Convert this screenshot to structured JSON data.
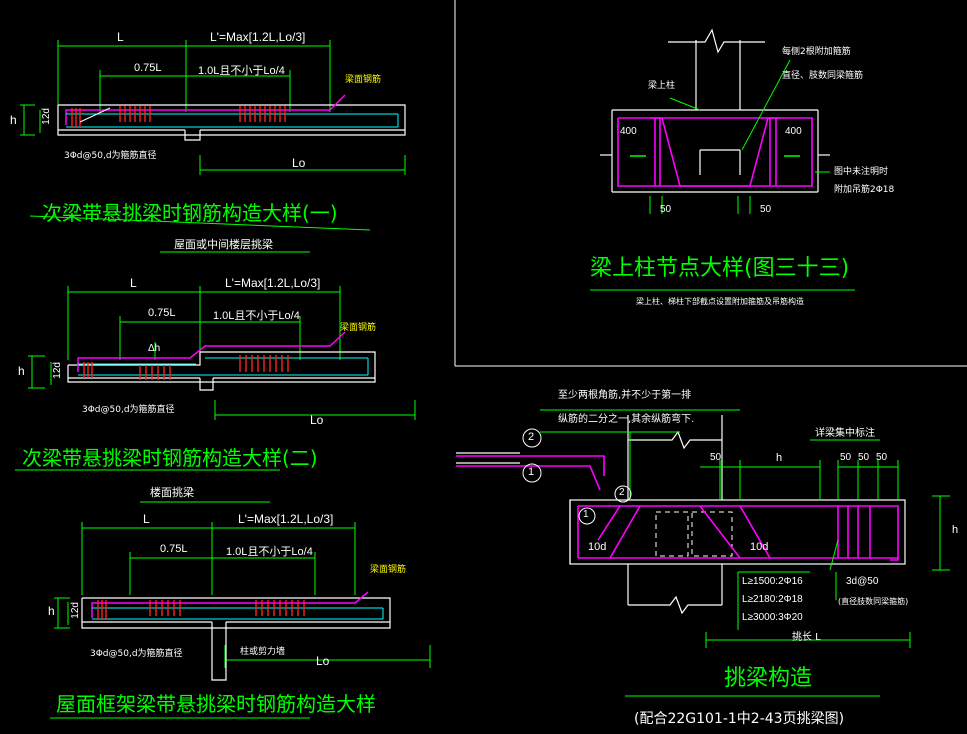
{
  "colors": {
    "background": "#000000",
    "line": "#ffffff",
    "dim": "#00ff00",
    "rebar": "#ff00ff",
    "stirrup": "#ff2020",
    "cyan": "#00ffff",
    "yellow": "#ffff00",
    "text": "#ffffff"
  },
  "panel1": {
    "dim_L": "L",
    "dim_Lp": "L'=Max[1.2L,Lo/3]",
    "dim_075L": "0.75L",
    "dim_10L": "1.0L且不小于Lo/4",
    "label_top_bar": "梁面钢筋",
    "dim_h": "h",
    "dim_12d": "12d",
    "note_3phi": "3Φd@50,d为箍筋直径",
    "dim_Lo": "Lo",
    "title": "次梁带悬挑梁时钢筋构造大样(一)",
    "subtitle": "屋面或中间楼层挑梁"
  },
  "panel2": {
    "dim_L": "L",
    "dim_Lp": "L'=Max[1.2L,Lo/3]",
    "dim_075L": "0.75L",
    "dim_10L": "1.0L且不小于Lo/4",
    "label_top_bar": "梁面钢筋",
    "dim_h": "h",
    "dim_12d": "12d",
    "dim_dh": "Δh",
    "note_3phi": "3Φd@50,d为箍筋直径",
    "dim_Lo": "Lo",
    "title": "次梁带悬挑梁时钢筋构造大样(二)",
    "subtitle": "楼面挑梁"
  },
  "panel3": {
    "dim_L": "L",
    "dim_Lp": "L'=Max[1.2L,Lo/3]",
    "dim_075L": "0.75L",
    "dim_10L": "1.0L且不小于Lo/4",
    "label_top_bar": "梁面钢筋",
    "dim_h": "h",
    "dim_12d": "12d",
    "note_3phi": "3Φd@50,d为箍筋直径",
    "note_col": "柱或剪力墙",
    "dim_Lo": "Lo",
    "title": "屋面框架梁带悬挑梁时钢筋构造大样"
  },
  "panel4": {
    "label_col": "梁上柱",
    "label_top1": "每侧2根附加箍筋",
    "label_top2": "直径、肢数同梁箍筋",
    "dim_400a": "400",
    "dim_400b": "400",
    "note1": "图中未注明时",
    "note2": "附加吊筋2Φ18",
    "dim_50a": "50",
    "dim_50b": "50",
    "title": "梁上柱节点大样(图三十三)",
    "subtitle": "梁上柱、梯柱下部截点设置附加箍筋及吊筋构造"
  },
  "panel5": {
    "note_l1": "至少两根角筋,并不少于第一排",
    "note_l2": "纵筋的二分之一,其余纵筋弯下.",
    "circle2": "2",
    "circle1": "1",
    "dim_50a": "50",
    "dim_h": "h",
    "dim_50b": "50",
    "dim_50c": "50",
    "dim_50d": "50",
    "note_detail": "详梁集中标注",
    "dim_10d_a": "10d",
    "dim_10d_b": "10d",
    "spec1": "L≥1500:2Φ16",
    "spec2": "L≥2180:2Φ18",
    "spec3": "L≥3000:3Φ20",
    "note_3d": "3d@50",
    "note_3d_sub": "(直径肢数同梁箍筋)",
    "dim_h_right": "h",
    "dim_span": "挑长 L",
    "title": "挑梁构造",
    "subtitle": "(配合22G101-1中2-43页挑梁图)"
  }
}
